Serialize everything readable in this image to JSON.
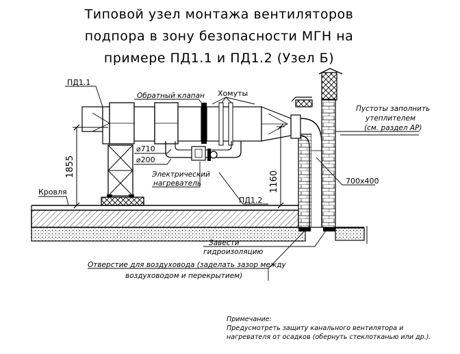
{
  "title": {
    "line1": "Типовой узел монтажа вентиляторов",
    "line2": "подпора в зону безопасности МГН на",
    "line3": "примере ПД1.1 и ПД1.2 (Узел Б)"
  },
  "labels": {
    "pd11": "ПД1.1",
    "pd12": "ПД1.2",
    "check_valve": "Обратный клапан",
    "clamps": "Хомуты",
    "voids_1": "Пустоты заполнить",
    "voids_2": "утеплителем",
    "voids_3": "(см. раздел АР)",
    "d710": "⌀710",
    "d200": "⌀200",
    "heater_1": "Электрический",
    "heater_2": "нагреватель",
    "size_700x400": "700x400",
    "roof": "Кровля",
    "waterproof_1": "Завести",
    "waterproof_2": "гидроизоляцию",
    "opening_1": "Отверстие для воздуховода (заделать зазор между",
    "opening_2": "воздуховодом и перекрытием)",
    "dim_1855": "1855",
    "dim_1160": "1160"
  },
  "note": {
    "heading": "Примечание:",
    "line1": "Предусмотреть защиту канального вентилятора и",
    "line2": "нагревателя от осадков (обернуть стеклотканью или др.)."
  }
}
